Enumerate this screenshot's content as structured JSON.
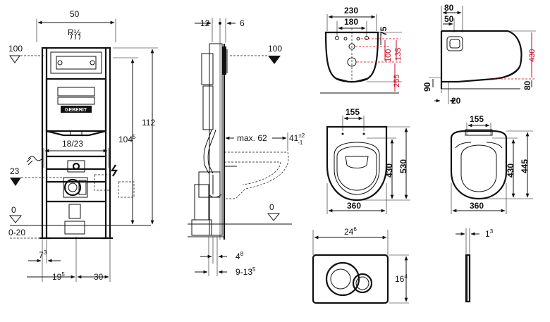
{
  "frame": {
    "dim_width": "50",
    "thread": "R½",
    "level_top": "100",
    "level_23": "23",
    "level_0": "0",
    "level_range": "0-20",
    "dim_112": "112",
    "dim_104": "104",
    "dim_104_sup": "5",
    "dim_18_23": "18/23",
    "dim_7": "7",
    "dim_7_sup": "3",
    "dim_19": "19",
    "dim_19_sup": "5",
    "dim_30": "30",
    "brand": "GEBERIT"
  },
  "side": {
    "dim_12": "12",
    "dim_6": "6",
    "level_100": "100",
    "max": "max. 62",
    "dim_41": "41",
    "dim_41_sup": "±2",
    "dim_41_sub": "-1",
    "level_0": "0",
    "dim_4": "4",
    "dim_4_sup": "8",
    "dim_9_13": "9-13",
    "dim_9_13_sup": "5"
  },
  "bowl_front": {
    "d230": "230",
    "d180": "180",
    "d75": "75",
    "d100": "100",
    "d135": "135",
    "d255": "255"
  },
  "bowl_side": {
    "d80": "80",
    "d50": "50",
    "d430": "430",
    "d90": "90",
    "d20": "20",
    "d80b": "80"
  },
  "bowl_top": {
    "d155": "155",
    "d430": "430",
    "d530": "530",
    "d360": "360"
  },
  "seat_top": {
    "d155": "155",
    "d430": "430",
    "d445": "445",
    "d360": "360"
  },
  "plate": {
    "width": "24",
    "width_sup": "6",
    "height": "16",
    "height_sup": "4",
    "depth": "1",
    "depth_sup": "3"
  }
}
